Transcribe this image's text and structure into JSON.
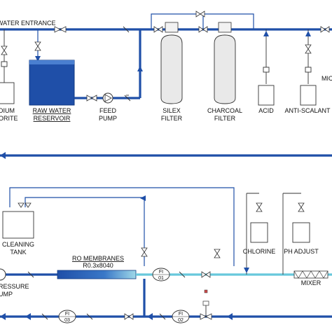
{
  "colors": {
    "pipe": "#1f4fa8",
    "permeate_pipe": "#68c8dc",
    "reservoir_water": "#1f4fa8",
    "membrane": "#2b5fb5"
  },
  "labels": {
    "water_entrance": "WATER ENTRANCE",
    "sodium_hypochlorite_1": "ODIUM",
    "sodium_hypochlorite_2": "HLORITE",
    "raw_water_reservoir_1": "RAW WATER",
    "raw_water_reservoir_2": "RESERVOIR",
    "feed_pump_1": "FEED",
    "feed_pump_2": "PUMP",
    "silex_filter_1": "SILEX",
    "silex_filter_2": "FILTER",
    "charcoal_filter_1": "CHARCOAL",
    "charcoal_filter_2": "FILTER",
    "acid": "ACID",
    "anti_scalant": "ANTI-SCALANT",
    "micro": "MIC",
    "cleaning_tank_1": "CLEANING",
    "cleaning_tank_2": "TANK",
    "ro_membranes": "RO MEMBRANES",
    "ro_size": "R0.3x8040",
    "chlorine": "CHLORINE",
    "ph_adjust": "PH ADJUST",
    "mixer": "MIXER",
    "pressure_pump_1": "RESSURE",
    "pressure_pump_2": "UMP"
  },
  "instruments": {
    "fi_01_tag": "FI",
    "fi_01_num": "01",
    "fi_02_tag": "FI",
    "fi_02_num": "02",
    "fi_03_tag": "FI",
    "fi_03_num": "03"
  }
}
